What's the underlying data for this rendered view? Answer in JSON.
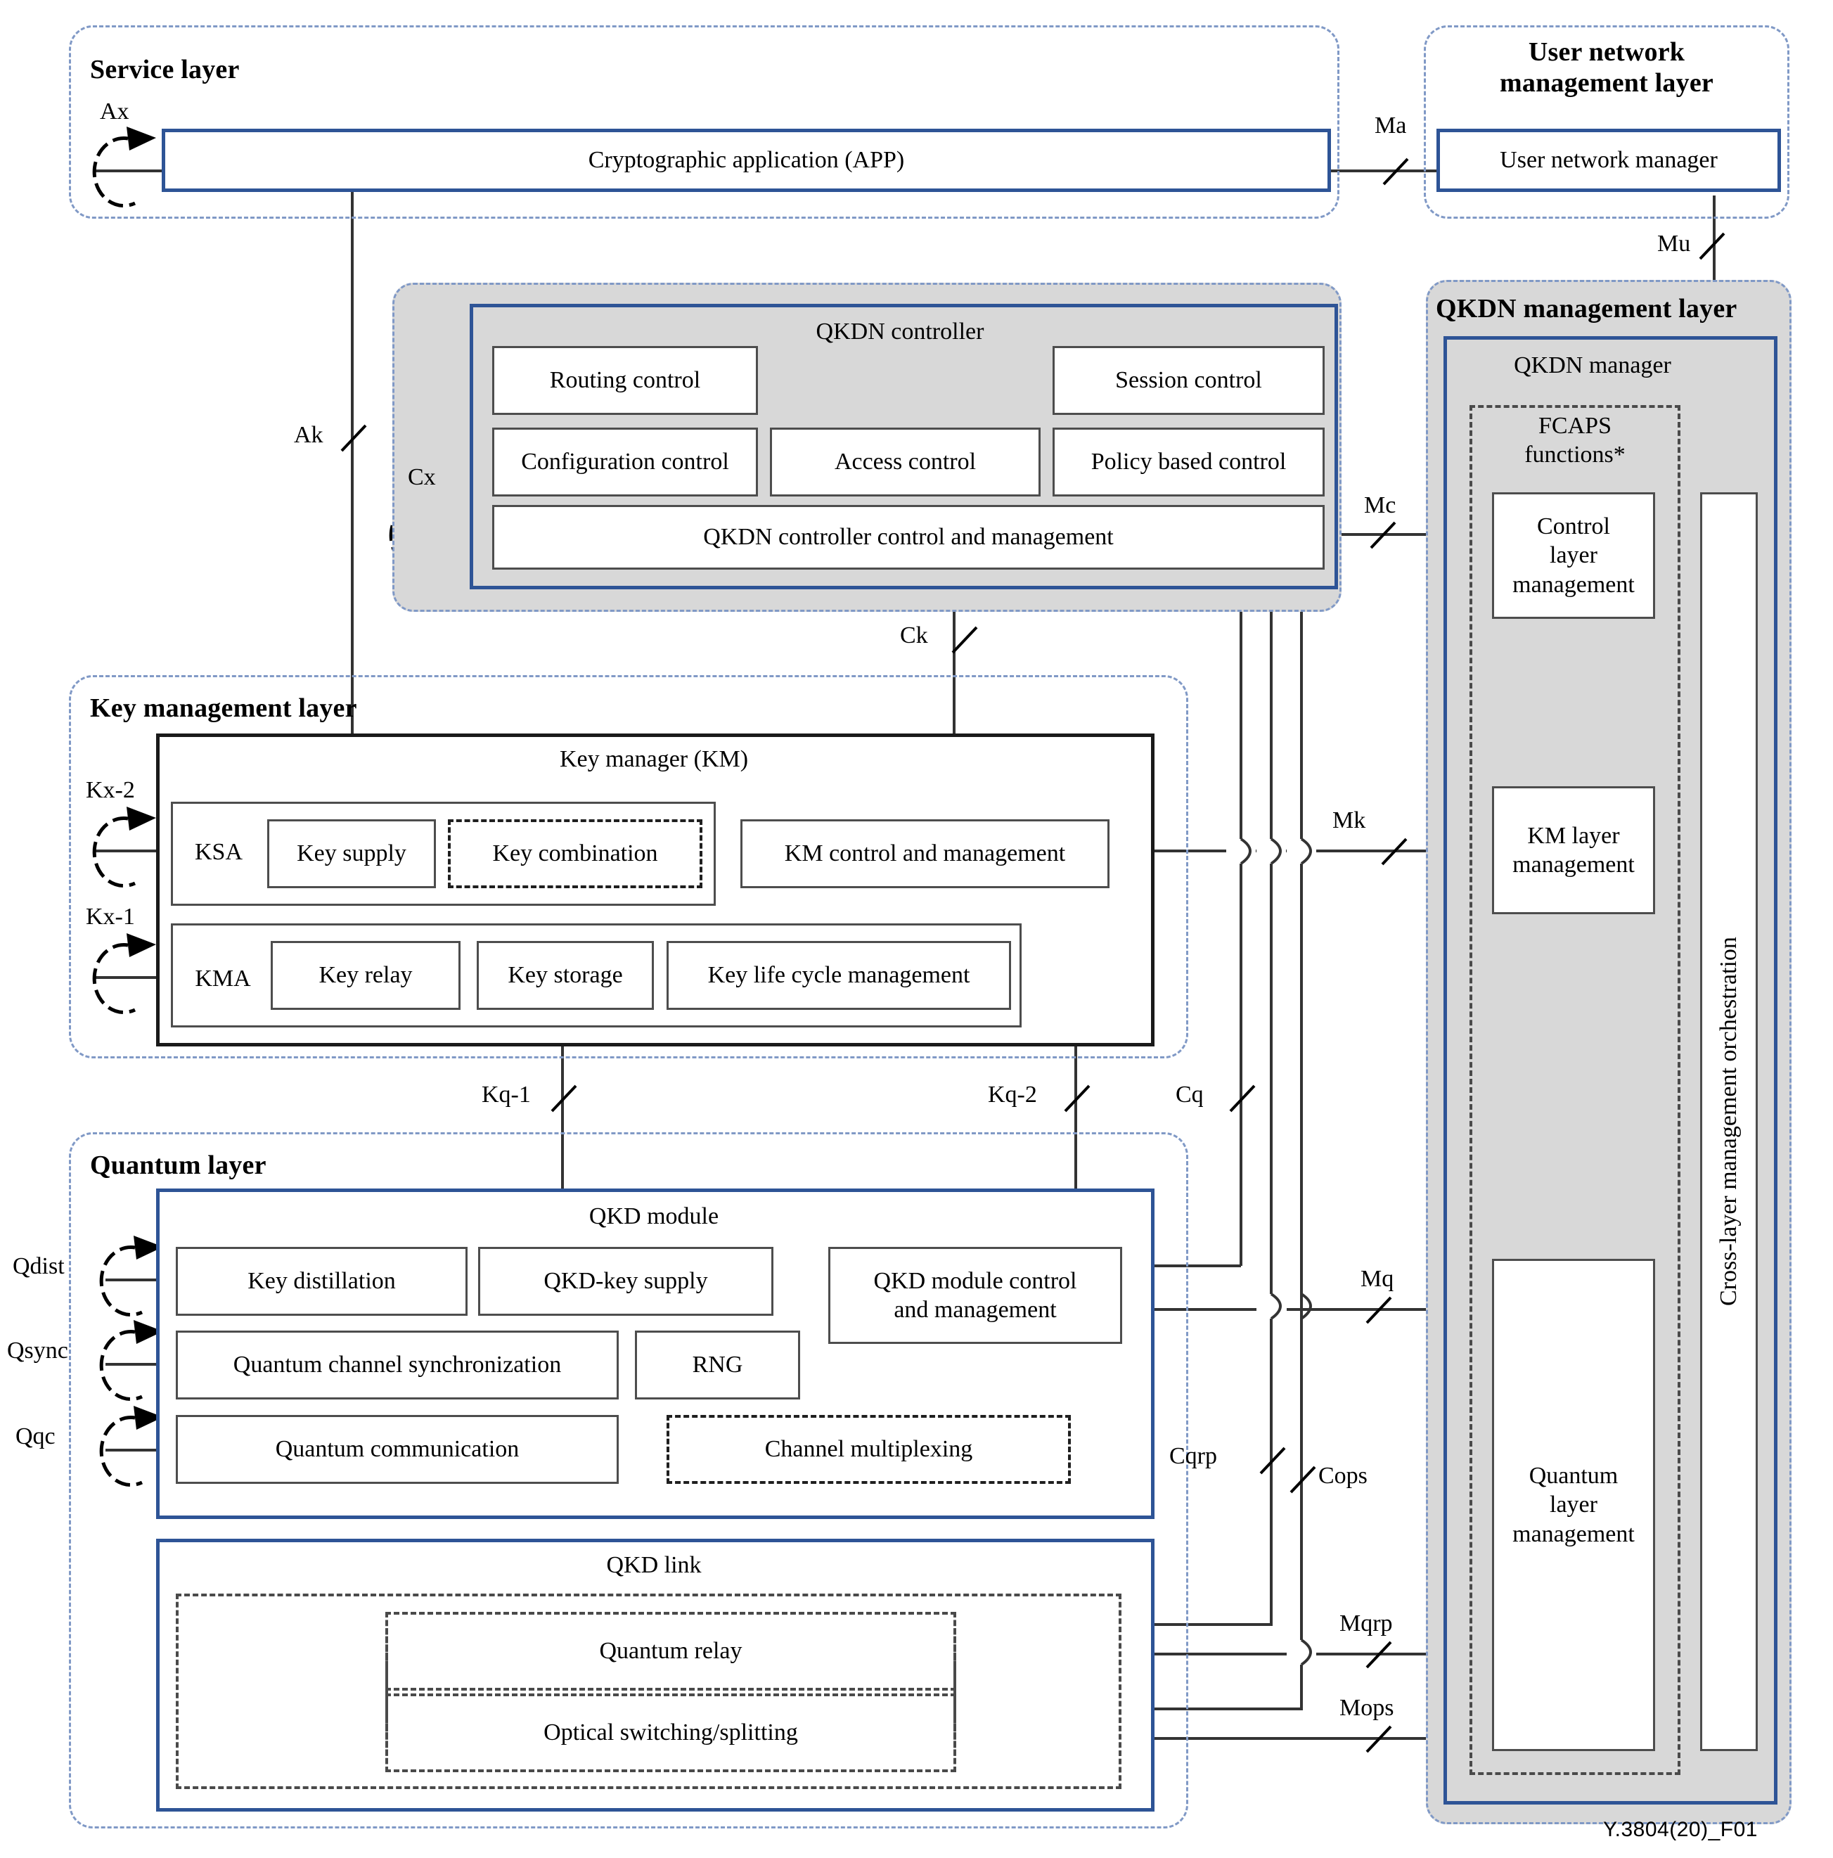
{
  "figure": {
    "number": "Y.3804(20)_F01",
    "accent_blue": "#2e5496",
    "dash_blue": "#8099c6",
    "panel_gray": "#d8d8d8"
  },
  "layers": {
    "service": {
      "title": "Service layer"
    },
    "user_network_management": {
      "title": "User network\nmanagement layer"
    },
    "key_management": {
      "title": "Key management layer"
    },
    "quantum": {
      "title": "Quantum layer"
    },
    "qkdn_management": {
      "title": "QKDN management layer"
    }
  },
  "blocks": {
    "crypto_app": {
      "label": "Cryptographic application (APP)"
    },
    "user_network_manager": {
      "label": "User network manager"
    },
    "qkdn_controller": {
      "title": "QKDN controller",
      "routing_control": "Routing control",
      "session_control": "Session control",
      "configuration_control": "Configuration control",
      "access_control": "Access control",
      "policy_based_control": "Policy based control",
      "control_and_management": "QKDN controller control and management"
    },
    "key_manager": {
      "title": "Key manager (KM)",
      "ksa": "KSA",
      "key_supply": "Key supply",
      "key_combination": "Key combination",
      "km_control_and_management": "KM control and management",
      "kma": "KMA",
      "key_relay": "Key relay",
      "key_storage": "Key storage",
      "key_life_cycle_management": "Key life cycle management"
    },
    "qkd_module": {
      "title": "QKD module",
      "key_distillation": "Key distillation",
      "qkd_key_supply": "QKD-key supply",
      "qkd_module_control": "QKD module control\nand management",
      "quantum_channel_synchronization": "Quantum channel synchronization",
      "rng": "RNG",
      "quantum_communication": "Quantum communication",
      "channel_multiplexing": "Channel multiplexing"
    },
    "qkd_link": {
      "title": "QKD link",
      "quantum_relay": "Quantum relay",
      "optical_switching_splitting": "Optical switching/splitting"
    },
    "qkdn_manager": {
      "title": "QKDN manager",
      "fcaps": "FCAPS\nfunctions*",
      "control_layer_management": "Control\nlayer\nmanagement",
      "km_layer_management": "KM layer\nmanagement",
      "quantum_layer_management": "Quantum\nlayer\nmanagement",
      "cross_layer_management_orchestration": "Cross-layer management orchestration"
    }
  },
  "interfaces": {
    "ax": "Ax",
    "ma": "Ma",
    "mu": "Mu",
    "ak": "Ak",
    "cx": "Cx",
    "mc": "Mc",
    "ck": "Ck",
    "kx2": "Kx-2",
    "kx1": "Kx-1",
    "mk": "Mk",
    "kq1": "Kq-1",
    "kq2": "Kq-2",
    "cq": "Cq",
    "qdist": "Qdist",
    "qsync": "Qsync",
    "qqc": "Qqc",
    "mq": "Mq",
    "cqrp": "Cqrp",
    "cops": "Cops",
    "mqrp": "Mqrp",
    "mops": "Mops"
  }
}
